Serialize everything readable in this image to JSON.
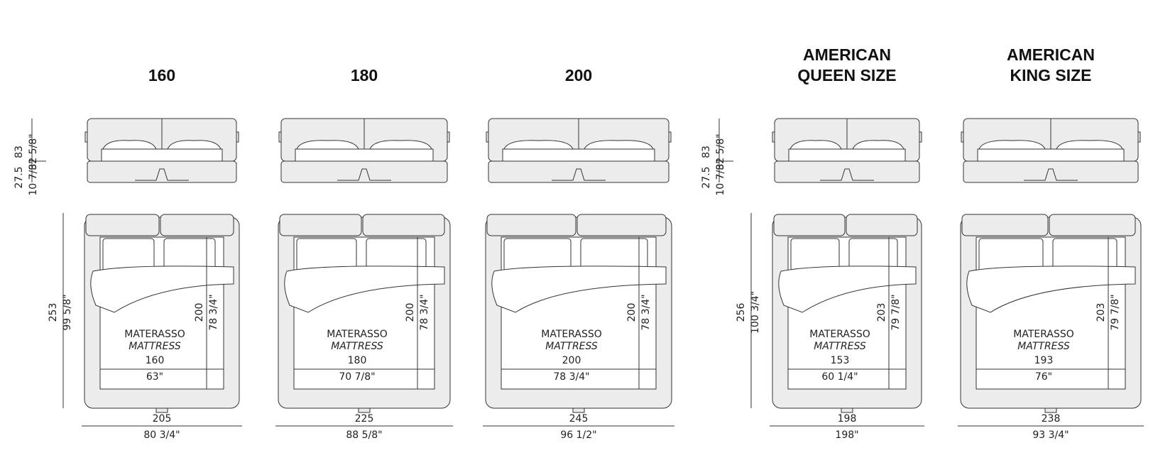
{
  "side_dims": {
    "height_total_cm": "83",
    "height_total_in": "32 5/8\"",
    "frame_height_cm": "27.5",
    "frame_height_in": "10 7/8\""
  },
  "beds": [
    {
      "title": [
        "160"
      ],
      "width_cm": "205",
      "width_in": "80 3/4\"",
      "mattress_w_cm": "160",
      "mattress_w_in": "63\"",
      "mattress_l_cm": "200",
      "mattress_l_in": "78 3/4\"",
      "length_cm": "253",
      "length_in": "99 5/8\"",
      "mattress_label": "MATERASSO",
      "mattress_label_en": "MATTRESS",
      "show_left_dims": true
    },
    {
      "title": [
        "180"
      ],
      "width_cm": "225",
      "width_in": "88 5/8\"",
      "mattress_w_cm": "180",
      "mattress_w_in": "70 7/8\"",
      "mattress_l_cm": "200",
      "mattress_l_in": "78 3/4\"",
      "length_cm": "",
      "length_in": "",
      "mattress_label": "MATERASSO",
      "mattress_label_en": "MATTRESS",
      "show_left_dims": false
    },
    {
      "title": [
        "200"
      ],
      "width_cm": "245",
      "width_in": "96 1/2\"",
      "mattress_w_cm": "200",
      "mattress_w_in": "78 3/4\"",
      "mattress_l_cm": "200",
      "mattress_l_in": "78 3/4\"",
      "length_cm": "",
      "length_in": "",
      "mattress_label": "MATERASSO",
      "mattress_label_en": "MATTRESS",
      "show_left_dims": false
    },
    {
      "title": [
        "AMERICAN",
        "QUEEN SIZE"
      ],
      "width_cm": "198",
      "width_in": "198\"",
      "mattress_w_cm": "153",
      "mattress_w_in": "60 1/4\"",
      "mattress_l_cm": "203",
      "mattress_l_in": "79 7/8\"",
      "length_cm": "256",
      "length_in": "100 3/4\"",
      "mattress_label": "MATERASSO",
      "mattress_label_en": "MATTRESS",
      "show_left_dims": true
    },
    {
      "title": [
        "AMERICAN",
        "KING SIZE"
      ],
      "width_cm": "238",
      "width_in": "93 3/4\"",
      "mattress_w_cm": "193",
      "mattress_w_in": "76\"",
      "mattress_l_cm": "203",
      "mattress_l_in": "79 7/8\"",
      "length_cm": "",
      "length_in": "",
      "mattress_label": "MATERASSO",
      "mattress_label_en": "MATTRESS",
      "show_left_dims": false
    }
  ],
  "colors": {
    "stroke": "#333333",
    "fill": "#ececec",
    "text": "#222222"
  }
}
